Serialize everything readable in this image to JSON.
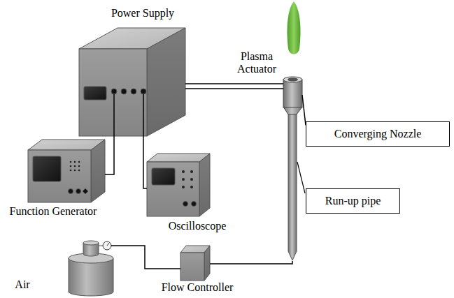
{
  "diagram": {
    "nodes": [
      {
        "text": [
          "Power Supply"
        ]
      },
      {
        "text": [
          "Plasma Actuator"
        ]
      },
      {
        "text": [
          "Converging Nozzle"
        ]
      },
      {
        "text": [
          "Function Generator"
        ]
      },
      {
        "text": [
          "Oscilloscope"
        ]
      },
      {
        "text": [
          "Run-up pipe"
        ]
      },
      {
        "text": [
          "Air"
        ]
      },
      {
        "text": [
          "Flow Controller"
        ]
      }
    ],
    "edges": [
      {
        "from": 0,
        "to": 1,
        "arrow": "none"
      },
      {
        "from": 1,
        "to": 2,
        "arrow": "none"
      },
      {
        "from": 0,
        "to": 3,
        "arrow": "none"
      },
      {
        "from": 0,
        "to": 4,
        "arrow": "none"
      },
      {
        "from": 6,
        "to": 7,
        "arrow": "none"
      }
    ]
  }
}
